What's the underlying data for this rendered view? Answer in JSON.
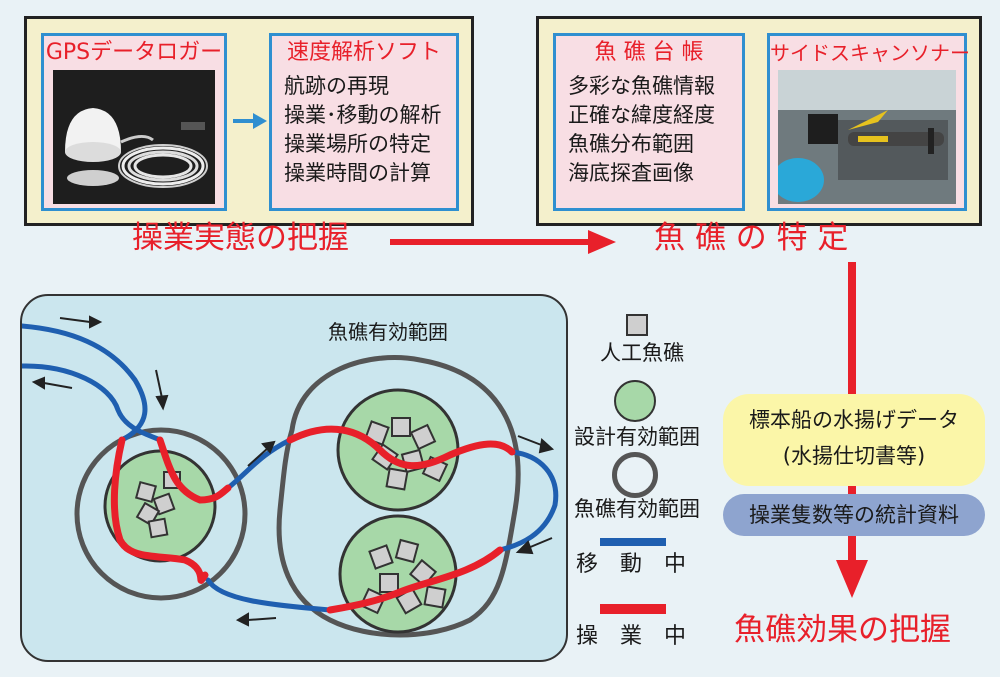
{
  "top_left_panel": {
    "gps_title": "GPSデータロガー",
    "software_title": "速度解析ソフト",
    "software_lines": [
      "航跡の再現",
      "操業･移動の解析",
      "操業場所の特定",
      "操業時間の計算"
    ]
  },
  "top_right_panel": {
    "ledger_title": "魚 礁 台 帳",
    "ledger_lines": [
      "多彩な魚礁情報",
      "正確な緯度経度",
      "魚礁分布範囲",
      "海底探査画像"
    ],
    "sonar_title": "サイドスキャンソナー"
  },
  "flow": {
    "operation_grasp": "操業実態の把握",
    "reef_identify": "魚 礁 の 特 定",
    "landing_data_line1": "標本船の水揚げデータ",
    "landing_data_line2": "(水揚仕切書等)",
    "stats_data": "操業隻数等の統計資料",
    "reef_effect": "魚礁効果の把握"
  },
  "map": {
    "reef_effective_range_label": "魚礁有効範囲"
  },
  "legend": {
    "artificial_reef": "人工魚礁",
    "design_range": "設計有効範囲",
    "reef_range": "魚礁有効範囲",
    "moving": "移　動　中",
    "operating": "操　業　中"
  },
  "colors": {
    "red": "#e8202a",
    "blue": "#1f5fb0",
    "green_fill": "#a7d8a8",
    "sea": "#cbe6ee",
    "panel": "#f4f0cc",
    "inner_panel": "#f8dee4",
    "inner_border": "#2f8fd0",
    "yellow_pill": "#fbf6a8",
    "blue_pill": "#8ea4cf"
  }
}
